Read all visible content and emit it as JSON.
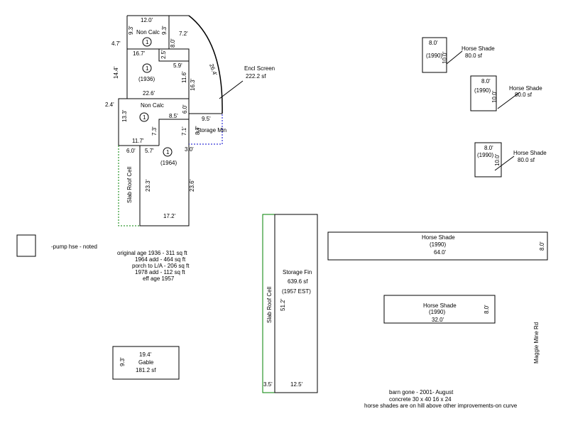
{
  "colors": {
    "line": "#000000",
    "porch_line": "#008000",
    "storage_dash": "#0000cc",
    "background": "#ffffff"
  },
  "main_house": {
    "top_width": "12.0'",
    "top_left_side": "9.3'",
    "top_right_side": "9.3'",
    "top_label": "Non Calc",
    "top_marker": "1",
    "right_side_upper": "8.0'",
    "left_offset": "4.7'",
    "section_width": "16.7'",
    "notch_side": "2.5'",
    "notch_width": "5.9'",
    "left_side": "14.4'",
    "marker_1936": "1",
    "year_1936": "(1936)",
    "right_side_a": "11.6'",
    "right_side_b": "16.3'",
    "mid_width": "22.6'",
    "left_offset_2": "2.4'",
    "mid_label": "Non Calc",
    "mid_marker": "1",
    "mid_side": "13.3'",
    "mid_right_side": "6.0'",
    "notch_width_2": "8.5'",
    "notch_side_2": "7.3'",
    "notch_side_3": "7.1'",
    "notch_bottom": "11.7'",
    "bottom_top_left": "6.0'",
    "bottom_top_mid": "5.7'",
    "bottom_top_right": "3.0'",
    "marker_1964": "1",
    "year_1964": "(1964)",
    "bottom_left_side": "23.3'",
    "bottom_right_side": "23.6'",
    "bottom_width": "17.2'",
    "slab_label": "Slab Roof Cell"
  },
  "encl_screen": {
    "label": "Encl Screen",
    "area": "222.2 sf",
    "arc_top": "7.2'",
    "arc_side": "26.4'"
  },
  "storage_min": {
    "label": "Storage Min",
    "width": "9.5'",
    "side": "8.7'"
  },
  "pump_house": {
    "label": "-pump hse - noted"
  },
  "notes": [
    "original age 1936 - 311 sq ft",
    "1964 add - 464 sq ft",
    "porch to L/A - 206 sq ft",
    "1978 add - 112 sq ft",
    "eff age 1957"
  ],
  "horse_shades_small": [
    {
      "width": "8.0'",
      "year": "(1990)",
      "side": "10.0'",
      "label": "Horse Shade",
      "area": "80.0 sf"
    },
    {
      "width": "8.0'",
      "year": "(1990)",
      "side": "10.0'",
      "label": "Horse Shade",
      "area": "80.0 sf"
    },
    {
      "width": "8.0'",
      "year": "(1990)",
      "side": "10.0'",
      "label": "Horse Shade",
      "area": "80.0 sf"
    }
  ],
  "horse_shade_large": {
    "label": "Horse Shade",
    "year": "(1990)",
    "width": "64.0'",
    "side": "8.0'"
  },
  "horse_shade_medium": {
    "label": "Horse Shade",
    "year": "(1990)",
    "width": "32.0'",
    "side": "8.0'"
  },
  "storage_fin": {
    "label": "Storage Fin",
    "area": "639.6 sf",
    "year": "(1957 EST)",
    "side": "51.2'",
    "width": "12.5'",
    "slab_label": "Slab Roof Cell",
    "slab_width": "3.5'"
  },
  "gable": {
    "width": "19.4'",
    "label": "Gable",
    "area": "181.2 sf",
    "side": "9.3'"
  },
  "road": {
    "label": "Maggie Mine Rd"
  },
  "footer_notes": [
    "barn gone - 2001- August",
    "concrete 30 x 40  16 x 24",
    "horse shades are on hill above other improvements-on curve"
  ]
}
